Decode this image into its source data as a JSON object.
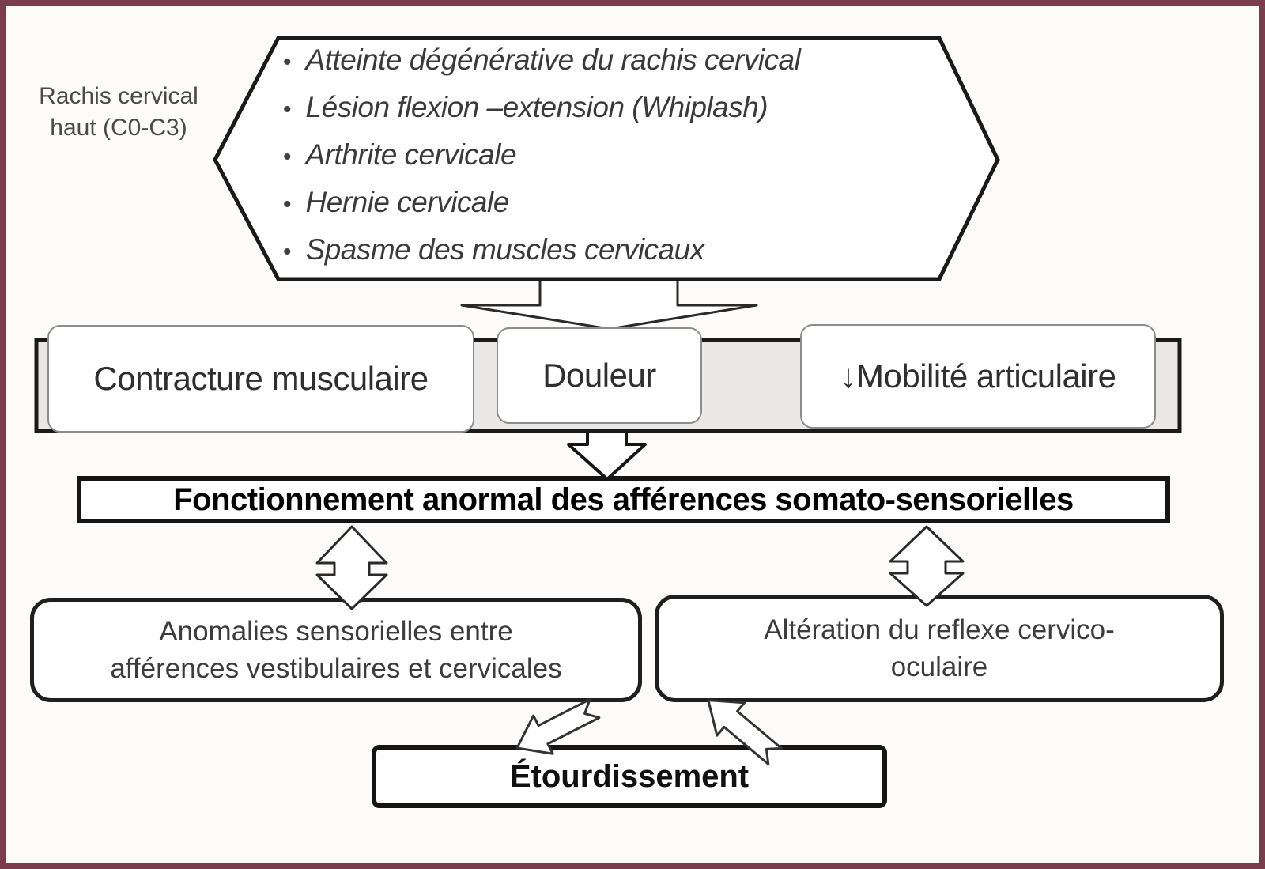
{
  "diagram": {
    "hexagon": {
      "label": "Rachis cervical\nhaut (C0-C3)",
      "bullet_char": "•",
      "bullets": [
        "Atteinte dégénérative du rachis cervical",
        "Lésion flexion –extension (Whiplash)",
        "Arthrite cervicale",
        "Hernie cervicale",
        "Spasme des muscles cervicaux"
      ]
    },
    "consequence_boxes": [
      {
        "label": "Contracture musculaire"
      },
      {
        "label": "Douleur"
      },
      {
        "label": "↓Mobilité articulaire"
      }
    ],
    "somatosensory_bar": "Fonctionnement anormal des afférences somato-sensorielles",
    "sensory_mismatch_box": "Anomalies sensorielles entre\nafférences vestibulaires et cervicales",
    "cervico_ocular_box": "Altération du reflexe cervico-\noculaire",
    "outcome_box": "Étourdissement"
  },
  "colors": {
    "frame_border": "#7b3c4d",
    "shape_stroke": "#1a1a1a",
    "band_fill": "#e9e8e7",
    "box_fill": "#ffffff",
    "text_primary": "#3c3c3c"
  }
}
